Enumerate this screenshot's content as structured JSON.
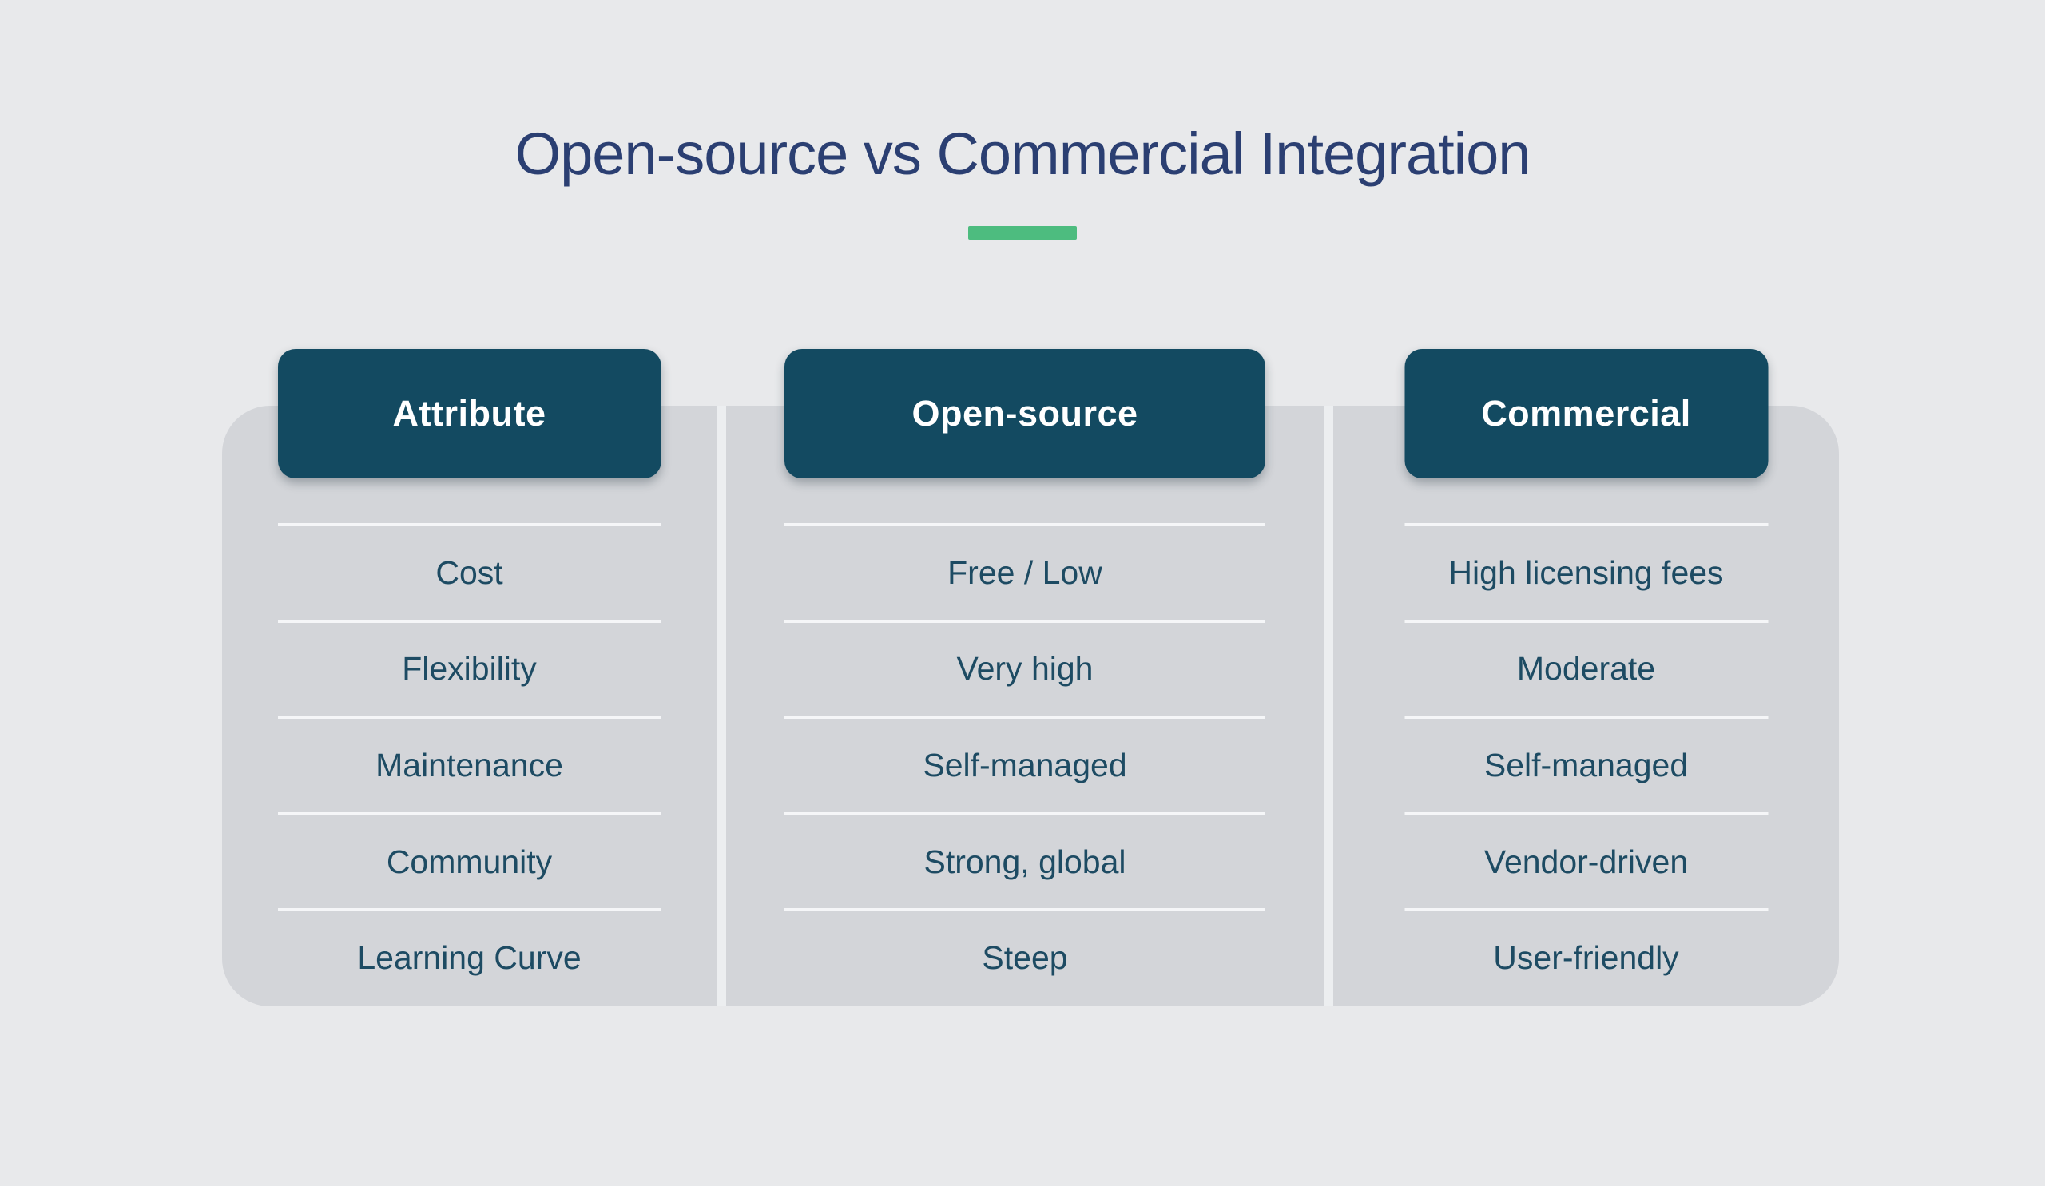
{
  "title": "Open-source vs Commercial Integration",
  "colors": {
    "background": "#e8e9eb",
    "panel": "#d3d5d9",
    "header": "#134a61",
    "title_text": "#2b3f72",
    "cell_text": "#1d4b63",
    "accent": "#4dbc7f",
    "header_label_text": "#ffffff"
  },
  "columns": [
    {
      "label": "Attribute"
    },
    {
      "label": "Open-source"
    },
    {
      "label": "Commercial"
    }
  ],
  "rows": [
    {
      "attribute": "Cost",
      "open_source": "Free / Low",
      "commercial": "High licensing fees"
    },
    {
      "attribute": "Flexibility",
      "open_source": "Very high",
      "commercial": "Moderate"
    },
    {
      "attribute": "Maintenance",
      "open_source": "Self-managed",
      "commercial": "Self-managed"
    },
    {
      "attribute": "Community",
      "open_source": "Strong, global",
      "commercial": "Vendor-driven"
    },
    {
      "attribute": "Learning Curve",
      "open_source": "Steep",
      "commercial": "User-friendly"
    }
  ],
  "chart_data": {
    "type": "table",
    "title": "Open-source vs Commercial Integration",
    "categories": [
      "Cost",
      "Flexibility",
      "Maintenance",
      "Community",
      "Learning Curve"
    ],
    "series": [
      {
        "name": "Open-source",
        "values": [
          "Free / Low",
          "Very high",
          "Self-managed",
          "Strong, global",
          "Steep"
        ]
      },
      {
        "name": "Commercial",
        "values": [
          "High licensing fees",
          "Moderate",
          "Self-managed",
          "Vendor-driven",
          "User-friendly"
        ]
      }
    ],
    "legend_position": "none",
    "grid": true
  }
}
